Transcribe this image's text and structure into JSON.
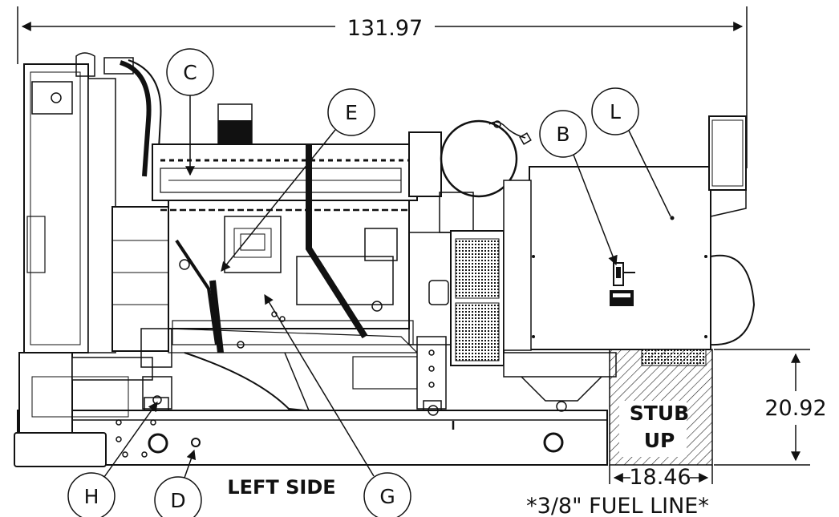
{
  "dimensions": {
    "overall_length": "131.97",
    "stub_up_height": "20.92",
    "stub_up_width": "18.46"
  },
  "labels": {
    "view": "LEFT SIDE",
    "stub_up_line1": "STUB",
    "stub_up_line2": "UP",
    "fuel_line_note": "*3/8\" FUEL LINE*"
  },
  "callouts": {
    "c": "C",
    "e": "E",
    "b": "B",
    "l": "L",
    "h": "H",
    "d": "D",
    "g": "G"
  }
}
